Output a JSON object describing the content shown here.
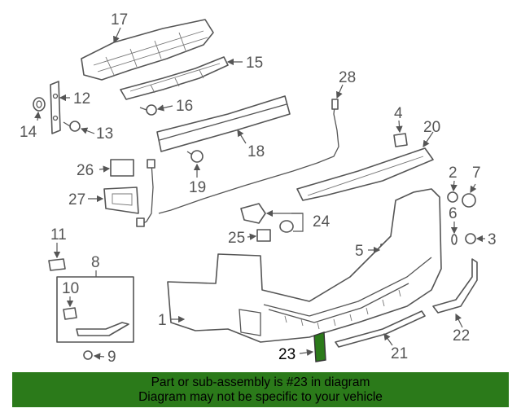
{
  "diagram": {
    "highlight_part": "23",
    "highlight_color": "#2b7a1a",
    "callouts": [
      "17",
      "15",
      "12",
      "16",
      "14",
      "13",
      "28",
      "4",
      "20",
      "18",
      "26",
      "19",
      "2",
      "7",
      "27",
      "24",
      "6",
      "3",
      "25",
      "11",
      "8",
      "5",
      "10",
      "1",
      "9",
      "22",
      "23",
      "21"
    ]
  },
  "banner": {
    "line1": "Part or sub-assembly is #23 in diagram",
    "line2": "Diagram may not be specific to your vehicle",
    "background": "#2b7a1a"
  }
}
